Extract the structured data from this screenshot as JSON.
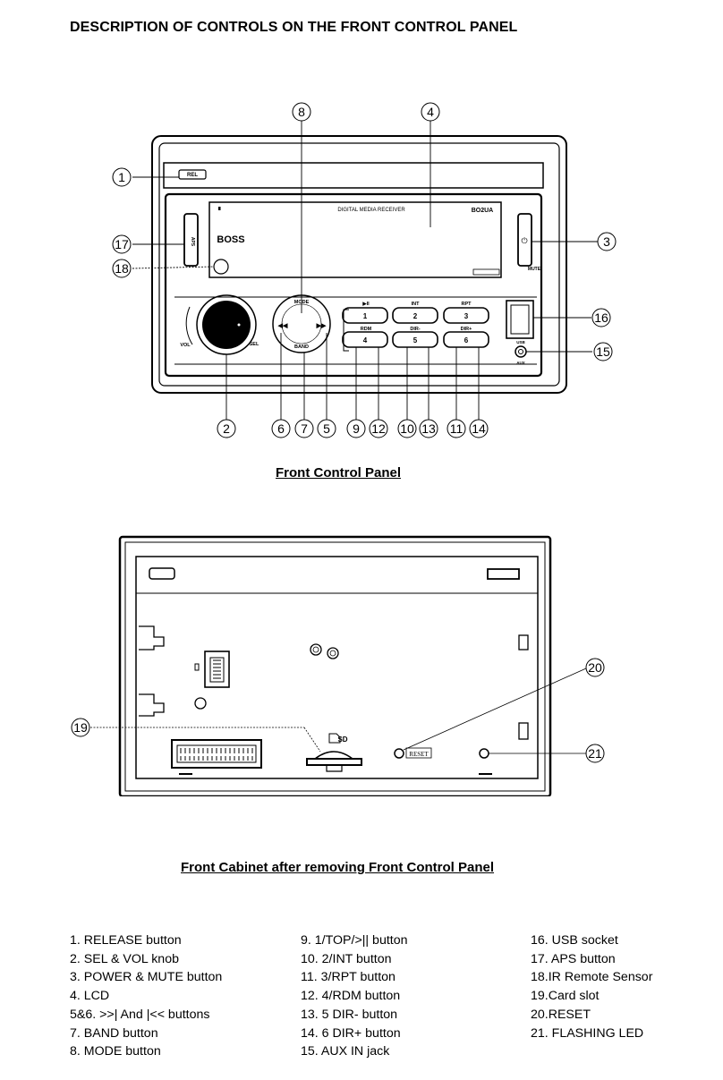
{
  "heading": "DESCRIPTION OF CONTROLS ON THE FRONT CONTROL PANEL",
  "fig1": {
    "caption": "Front Control Panel",
    "brand": "BOSS",
    "lcd_label": "DIGITAL MEDIA RECEIVER",
    "model": "BO2UA",
    "rel_label": "REL",
    "aps_label": "APS",
    "mute_label": "MUTE",
    "mode_label": "MODE",
    "band_label": "BAND",
    "vol_label": "VOL",
    "sel_label": "SEL",
    "usb_label": "USB",
    "aux_label": "AUX",
    "row1_labels": [
      "▶II",
      "INT",
      "RPT"
    ],
    "row1_buttons": [
      "1",
      "2",
      "3"
    ],
    "row2_labels": [
      "RDM",
      "DIR-",
      "DIR+"
    ],
    "row2_buttons": [
      "4",
      "5",
      "6"
    ],
    "callouts_bottom": [
      "2",
      "6",
      "7",
      "5",
      "9",
      "12",
      "10",
      "13",
      "11",
      "14"
    ],
    "callouts_other": [
      "1",
      "17",
      "18",
      "8",
      "4",
      "3",
      "16",
      "15"
    ]
  },
  "fig2": {
    "caption": "Front Cabinet after removing Front Control Panel",
    "sd_label": "SD",
    "reset_label": "RESET",
    "callouts": [
      "19",
      "20",
      "21"
    ]
  },
  "list": {
    "col1": [
      "1.    RELEASE button",
      "2.    SEL & VOL knob",
      "3. POWER & MUTE button",
      "4.    LCD",
      "5&6. >>| And |<< buttons",
      "7.    BAND button",
      "8.    MODE button"
    ],
    "col2": [
      "9.    1/TOP/>|| button",
      "10. 2/INT button",
      "11. 3/RPT button",
      "12. 4/RDM button",
      "13. 5 DIR- button",
      "14. 6 DIR+ button",
      "15. AUX IN jack"
    ],
    "col3": [
      "16. USB socket",
      "17. APS button",
      "18.IR Remote Sensor",
      "19.Card slot",
      "20.RESET",
      "21. FLASHING LED"
    ]
  }
}
